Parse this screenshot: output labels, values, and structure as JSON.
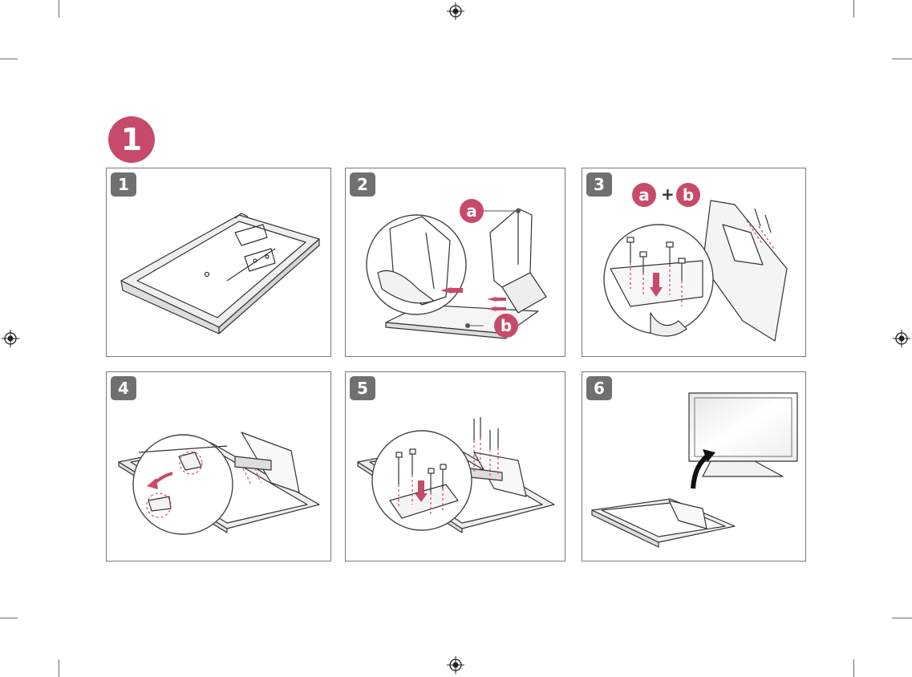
{
  "main_step": {
    "number": "1"
  },
  "colors": {
    "accent": "#c84a6a",
    "badge_gray": "#707070",
    "line": "#333333"
  },
  "panels": [
    {
      "number": "1",
      "icon": "tv-face-down-on-cushion"
    },
    {
      "number": "2",
      "icon": "stand-body-insert-into-base",
      "labels": [
        "a",
        "b"
      ]
    },
    {
      "number": "3",
      "icon": "stand-screw-fastening",
      "labels": [
        "a",
        "+",
        "b"
      ]
    },
    {
      "number": "4",
      "icon": "hook-hinge-rotation"
    },
    {
      "number": "5",
      "icon": "stand-screw-fastening"
    },
    {
      "number": "6",
      "icon": "tv-stand-upright"
    }
  ]
}
